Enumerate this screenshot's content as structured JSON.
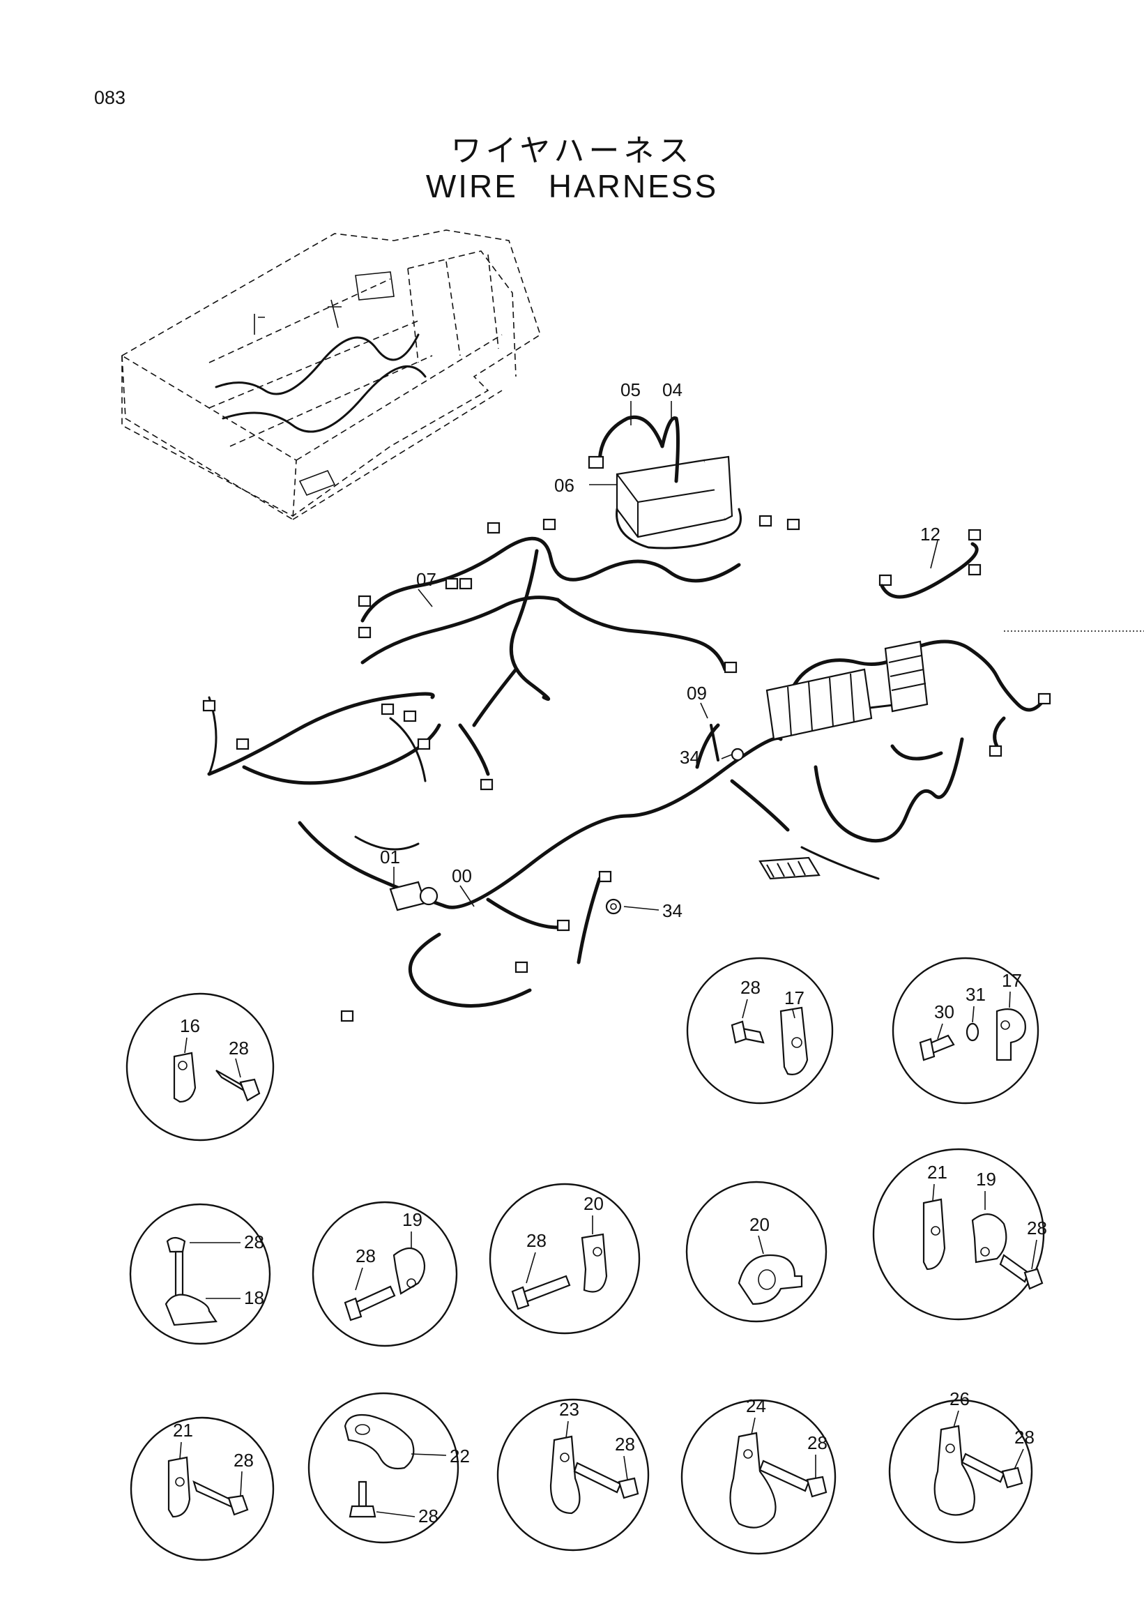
{
  "page": {
    "number": "083",
    "title_jp": "ワイヤハーネス",
    "title_en": "WIRE   HARNESS"
  },
  "main_callouts": [
    "04",
    "05",
    "06",
    "07",
    "12",
    "09",
    "34",
    "01",
    "00",
    "34"
  ],
  "detail_views": [
    {
      "parts": [
        "16",
        "28"
      ]
    },
    {
      "parts": [
        "28",
        "17"
      ]
    },
    {
      "parts": [
        "30",
        "31",
        "17"
      ]
    },
    {
      "parts": [
        "28",
        "18"
      ]
    },
    {
      "parts": [
        "19",
        "28"
      ]
    },
    {
      "parts": [
        "20",
        "28"
      ]
    },
    {
      "parts": [
        "20"
      ]
    },
    {
      "parts": [
        "21",
        "19",
        "28"
      ]
    },
    {
      "parts": [
        "21",
        "28"
      ]
    },
    {
      "parts": [
        "22",
        "28"
      ]
    },
    {
      "parts": [
        "23",
        "28"
      ]
    },
    {
      "parts": [
        "24",
        "28"
      ]
    },
    {
      "parts": [
        "26",
        "28"
      ]
    }
  ]
}
